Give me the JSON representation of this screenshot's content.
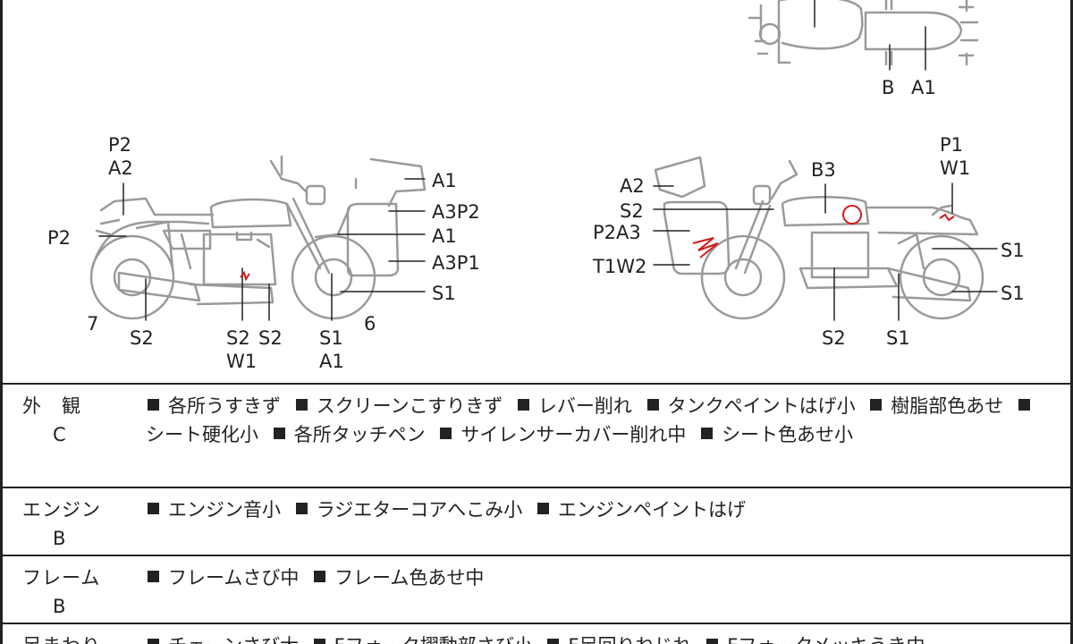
{
  "diagram": {
    "top_view_labels": [
      "B",
      "A1"
    ],
    "left_side_labels": [
      "P2",
      "A2",
      "P2",
      "7",
      "S2",
      "S2",
      "W1",
      "S2",
      "S1",
      "A1",
      "6",
      "A1",
      "A3P2",
      "A1",
      "A3P1",
      "S1"
    ],
    "right_side_labels": [
      "A2",
      "S2",
      "P2A3",
      "T1W2",
      "B3",
      "P1",
      "W1",
      "S1",
      "S1",
      "S2",
      "S1"
    ],
    "stroke_color": "#9a9a9a",
    "mark_color": "#d11a1a"
  },
  "table": {
    "rows": [
      {
        "category": "外　観",
        "grade": "C",
        "items": [
          "各所うすきず",
          "スクリーンこすりきず",
          "レバー削れ",
          "タンクペイントはげ小",
          "樹脂部色あせ",
          "シート硬化小",
          "各所タッチペン",
          "サイレンサーカバー削れ中",
          "シート色あせ小"
        ]
      },
      {
        "category": "エンジン",
        "grade": "B",
        "items": [
          "エンジン音小",
          "ラジエターコアへこみ小",
          "エンジンペイントはげ"
        ]
      },
      {
        "category": "フレーム",
        "grade": "B",
        "items": [
          "フレームさび中",
          "フレーム色あせ中"
        ]
      },
      {
        "category": "足まわり",
        "grade": "",
        "items": [
          "チェーンさび大",
          "Fフォーク摺動部さび小",
          "F足回りねじれ",
          "Fフォークメッキうき中"
        ]
      }
    ]
  }
}
